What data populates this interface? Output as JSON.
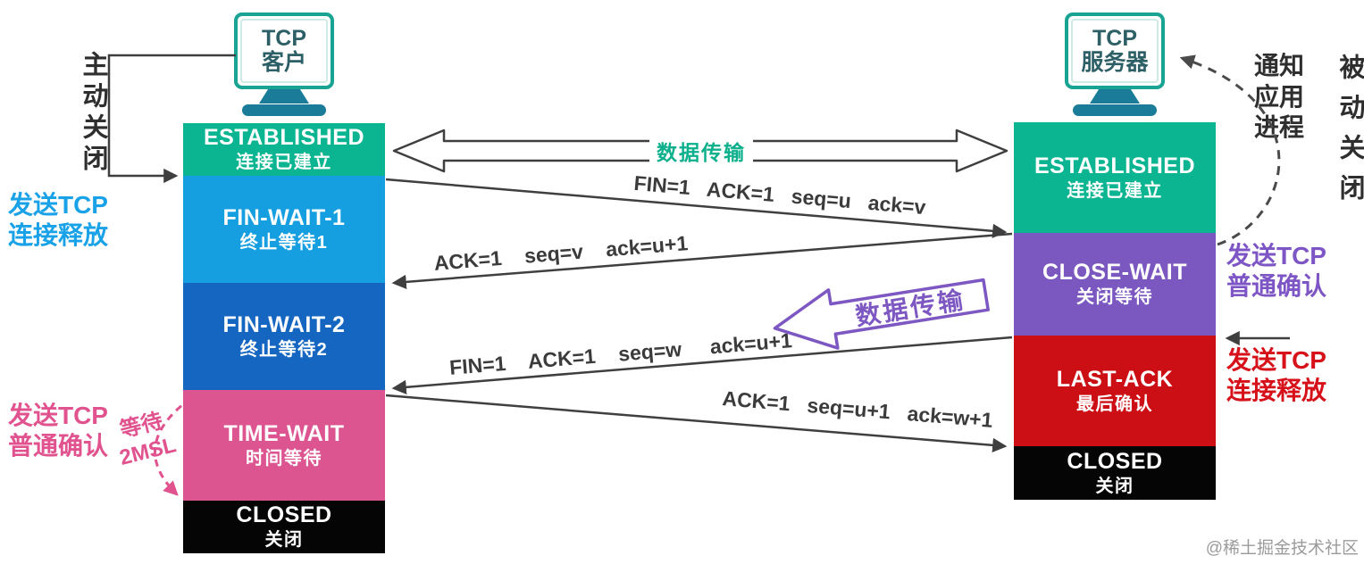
{
  "client": {
    "device_line1": "TCP",
    "device_line2": "客户",
    "states": [
      {
        "name": "ESTABLISHED",
        "cn": "连接已建立",
        "color": "#0cb591"
      },
      {
        "name": "FIN-WAIT-1",
        "cn": "终止等待1",
        "color": "#169fe0"
      },
      {
        "name": "FIN-WAIT-2",
        "cn": "终止等待2",
        "color": "#1566c1"
      },
      {
        "name": "TIME-WAIT",
        "cn": "时间等待",
        "color": "#dd5590"
      },
      {
        "name": "CLOSED",
        "cn": "关闭",
        "color": "#050505"
      }
    ]
  },
  "server": {
    "device_line1": "TCP",
    "device_line2": "服务器",
    "states": [
      {
        "name": "ESTABLISHED",
        "cn": "连接已建立",
        "color": "#0cb591"
      },
      {
        "name": "CLOSE-WAIT",
        "cn": "关闭等待",
        "color": "#7b57c0"
      },
      {
        "name": "LAST-ACK",
        "cn": "最后确认",
        "color": "#cc0f14"
      },
      {
        "name": "CLOSED",
        "cn": "关闭",
        "color": "#050505"
      }
    ]
  },
  "messages": {
    "data_transfer_top": "数据传输",
    "data_transfer_mid": "数据传输",
    "fin_1": "FIN=1   ACK=1   seq=u   ack=v",
    "ack_1": "ACK=1    seq=v    ack=u+1",
    "fin_2": "FIN=1    ACK=1    seq=w     ack=u+1",
    "ack_2": "ACK=1   seq=u+1   ack=w+1"
  },
  "annotations": {
    "active_close": "主动关闭",
    "passive_close": "被动关闭",
    "notify_app": "通知\n应用\n进程",
    "send_release_left": "发送TCP\n连接释放",
    "send_ack_left": "发送TCP\n普通确认",
    "wait_2msl": "等待\n2MSL",
    "send_ack_right": "发送TCP\n普通确认",
    "send_release_right": "发送TCP\n连接释放"
  },
  "watermark": "@稀土掘金技术社区",
  "colors": {
    "line": "#3f3f3f",
    "teal": "#0cb591",
    "purple": "#7d57c2",
    "pink": "#e0538f",
    "gray_dash": "#4a4a4a"
  }
}
